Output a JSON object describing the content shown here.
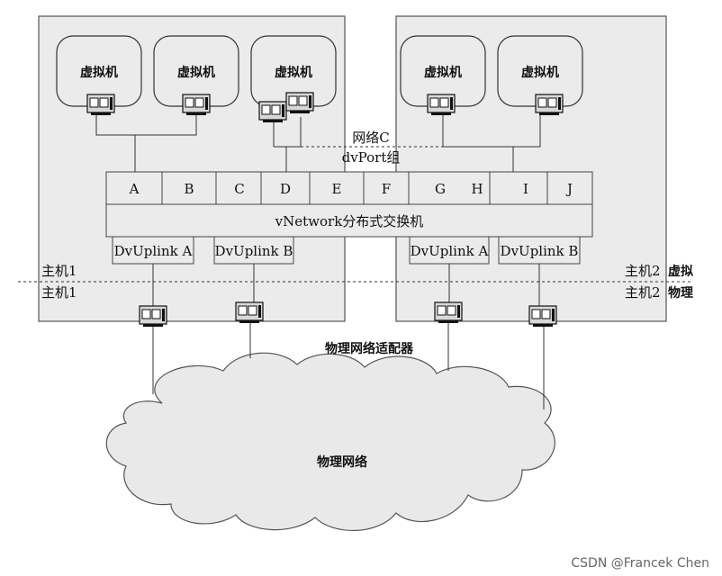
{
  "vm_label": "虚拟机",
  "portgroup": {
    "line1": "网络C",
    "line2": "dvPort组"
  },
  "ports": [
    "A",
    "B",
    "C",
    "D",
    "E",
    "F",
    "G",
    "H",
    "I",
    "J"
  ],
  "switch_label": "vNetwork分布式交换机",
  "uplinks": [
    "DvUplink A",
    "DvUplink B",
    "DvUplink A",
    "DvUplink B"
  ],
  "host1": {
    "virtual": "主机1",
    "physical": "主机1"
  },
  "host2": {
    "virtual": "主机2",
    "physical": "主机2"
  },
  "layer": {
    "virtual": "虚拟",
    "physical": "物理"
  },
  "adapter_label": "物理网络适配器",
  "network_label": "物理网络",
  "watermark": "CSDN @Francek Chen"
}
